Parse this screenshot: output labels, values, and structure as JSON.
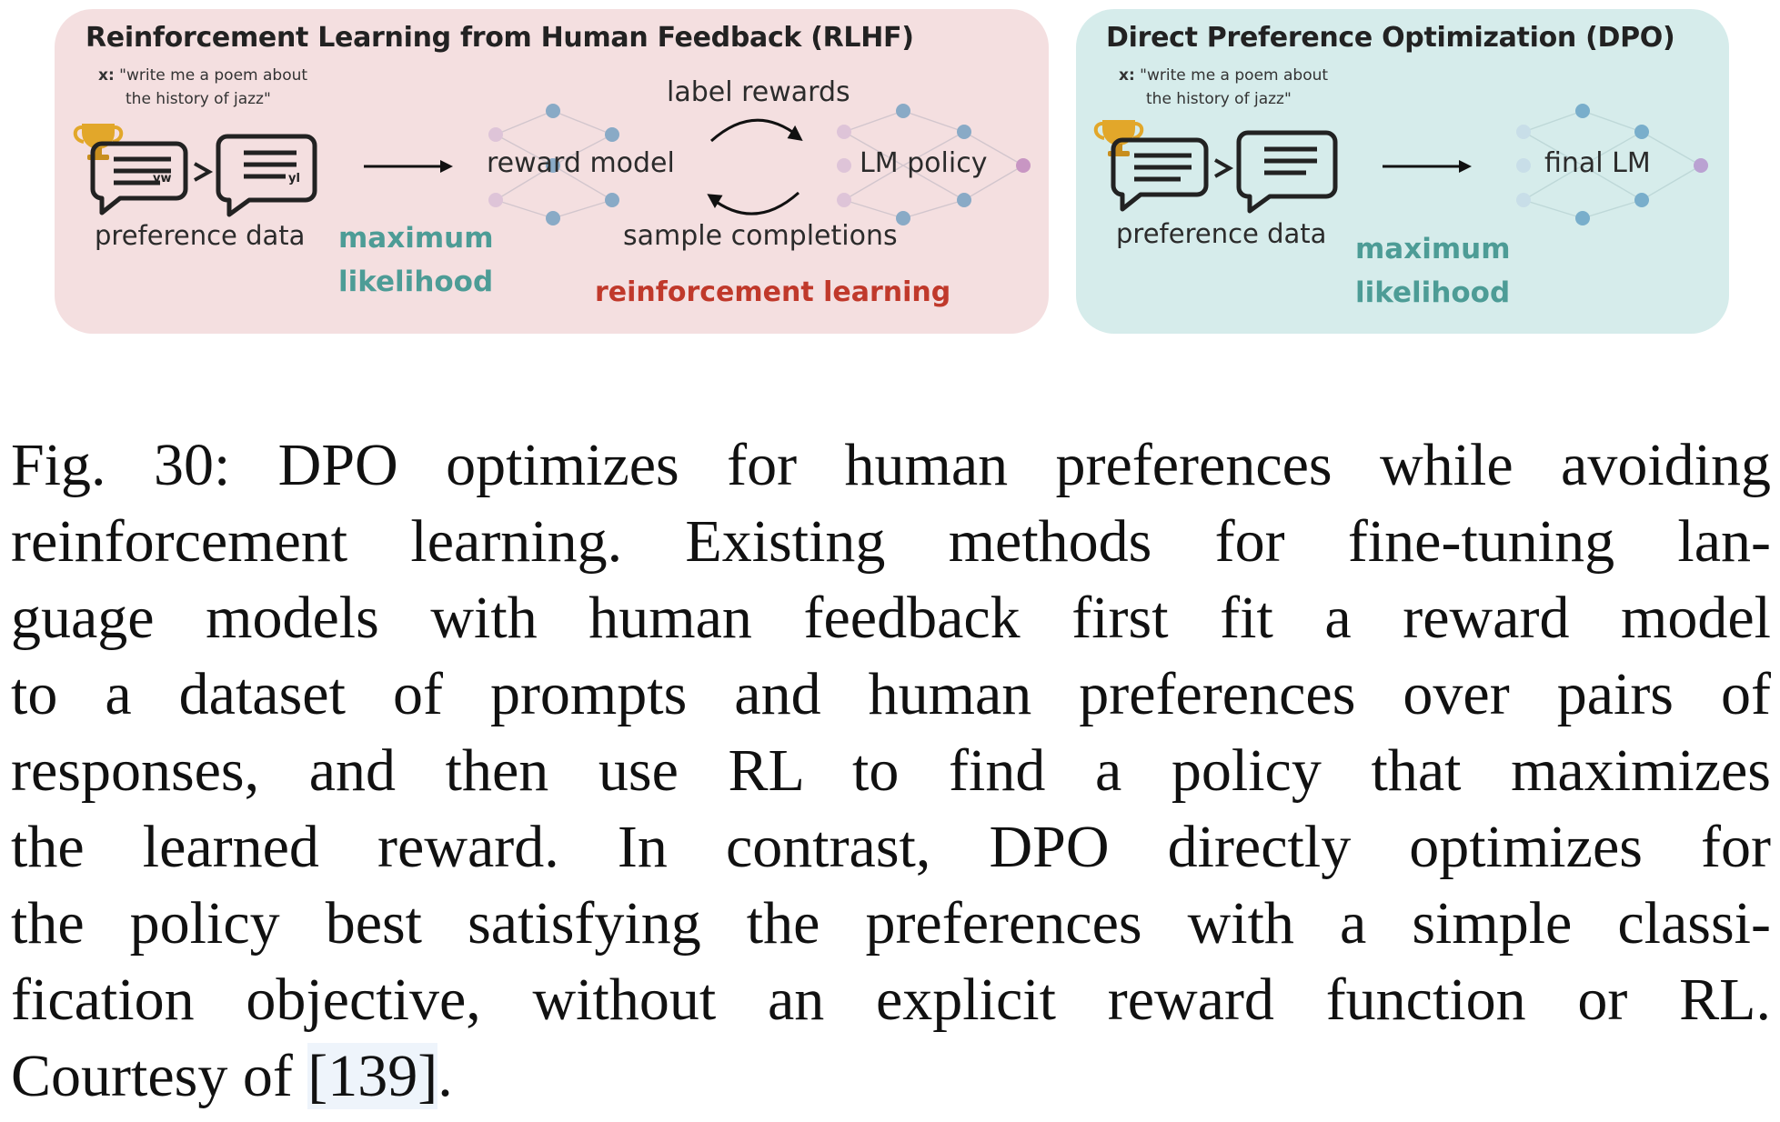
{
  "rlhf": {
    "title": "Reinforcement Learning from Human Feedback (RLHF)",
    "prompt_x": "x:",
    "prompt_line1": "\"write me a poem about",
    "prompt_line2": "the history of jazz\"",
    "yw": "yw",
    "yl": "yl",
    "preference_data": "preference data",
    "max_likelihood_1": "maximum",
    "max_likelihood_2": "likelihood",
    "reward_model": "reward model",
    "label_rewards": "label rewards",
    "sample_completions": "sample completions",
    "lm_policy": "LM policy",
    "reinforcement_learning": "reinforcement learning"
  },
  "dpo": {
    "title": "Direct Preference Optimization (DPO)",
    "prompt_x": "x:",
    "prompt_line1": "\"write me a poem about",
    "prompt_line2": "the history of jazz\"",
    "preference_data": "preference data",
    "max_likelihood_1": "maximum",
    "max_likelihood_2": "likelihood",
    "final_lm": "final LM"
  },
  "caption": {
    "lines": [
      "Fig. 30: DPO optimizes for human preferences while avoiding",
      "reinforcement learning. Existing methods for fine-tuning lan-",
      "guage models with human feedback first fit a reward model",
      "to a dataset of prompts and human preferences over pairs of",
      "responses, and then use RL to find a policy that maximizes",
      "the learned reward. In contrast, DPO directly optimizes for",
      "the policy best satisfying the preferences with a simple classi-",
      "fication objective, without an explicit reward function or RL."
    ],
    "last_prefix": "Courtesy of ",
    "citation": "[139]",
    "last_suffix": "."
  },
  "colors": {
    "rlhf_bg": "#f4dfe0",
    "dpo_bg": "#d6eceb",
    "teal": "#4d9c96",
    "red": "#c0392b",
    "node_blue": "#5b8fb8",
    "node_pink": "#d9b3d4"
  }
}
